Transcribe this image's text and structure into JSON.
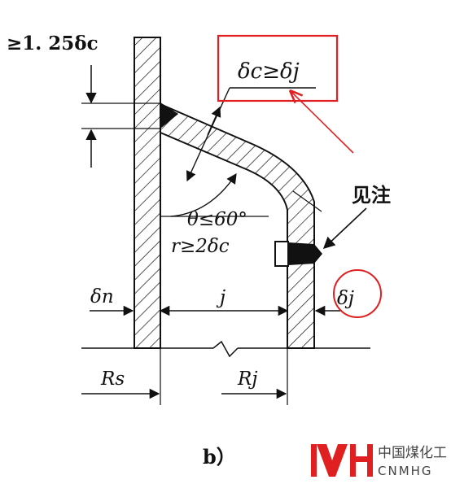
{
  "labels": {
    "min_thickness": "≥1. 25δc",
    "cone_thickness_condition": "δc≥δj",
    "note": "见注",
    "angle_condition": "θ≤60°",
    "radius_condition": "r≥2δc",
    "shell_thickness": "δn",
    "dim_j": "j",
    "jacket_thickness": "δj",
    "radius_shell": "Rs",
    "radius_jacket": "Rj",
    "figure_caption": "b）"
  },
  "logo": {
    "text_cn": "中国煤化工",
    "text_en": "CNMHG"
  },
  "colors": {
    "line": "#111111",
    "highlight": "#e02020",
    "logo": "#e02020"
  }
}
